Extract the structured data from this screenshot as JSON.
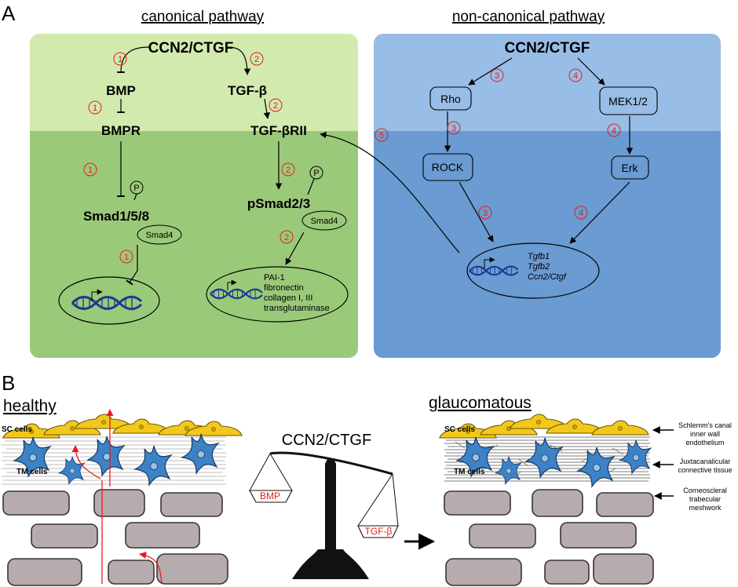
{
  "panel_a": {
    "letter": "A",
    "canonical": {
      "heading": "canonical pathway",
      "ccn2": "CCN2/CTGF",
      "bmp": "BMP",
      "bmpr": "BMPR",
      "tgfb": "TGF-β",
      "tgfbrii": "TGF-βRII",
      "smad158": "Smad1/5/8",
      "psmad23": "pSmad2/3",
      "smad4_left": "Smad4",
      "smad4_right": "Smad4",
      "p_left": "P",
      "p_right": "P",
      "genes": [
        "PAI-1",
        "fibronectin",
        "collagen I, III",
        "transglutaminase"
      ]
    },
    "noncanonical": {
      "heading": "non-canonical pathway",
      "ccn2": "CCN2/CTGF",
      "rho": "Rho",
      "rock": "ROCK",
      "mek": "MEK1/2",
      "erk": "Erk",
      "genes": [
        "Tgfb1",
        "Tgfb2",
        "Ccn2/Ctgf"
      ]
    },
    "step_numbers": {
      "s1a": "1",
      "s1b": "1",
      "s1c": "1",
      "s1d": "1",
      "s2a": "2",
      "s2b": "2",
      "s2c": "2",
      "s2d": "2",
      "s3a": "3",
      "s3b": "3",
      "s3c": "3",
      "s4a": "4",
      "s4b": "4",
      "s4c": "4",
      "s5": "5"
    },
    "colors": {
      "canonical_light": "#d2eaae",
      "canonical_dark": "#9bc97a",
      "noncanonical_light": "#98bde6",
      "noncanonical_dark": "#6a9bd2",
      "step_number": "#e0211b"
    }
  },
  "panel_b": {
    "letter": "B",
    "healthy": {
      "title": "healthy",
      "sc_cells": "SC cells",
      "tm_cells": "TM cells"
    },
    "balance": {
      "title": "CCN2/CTGF",
      "left_pan": "BMP",
      "right_pan": "TGF-β"
    },
    "glaucomatous": {
      "title": "glaucomatous",
      "sc_cells": "SC cells",
      "tm_cells": "TM cells",
      "annotations": [
        [
          "Schlemm's canal",
          "inner wall",
          "endothelium"
        ],
        [
          "Juxtacanalicular",
          "connective tissue"
        ],
        [
          "Corneoscleral",
          "trabecular",
          "meshwork"
        ]
      ]
    },
    "colors": {
      "sc_cell": "#f3c81c",
      "tm_cell": "#3d82c4",
      "trabecular_beam": "#b6acad",
      "flow_arrow": "#e81c1c"
    }
  }
}
